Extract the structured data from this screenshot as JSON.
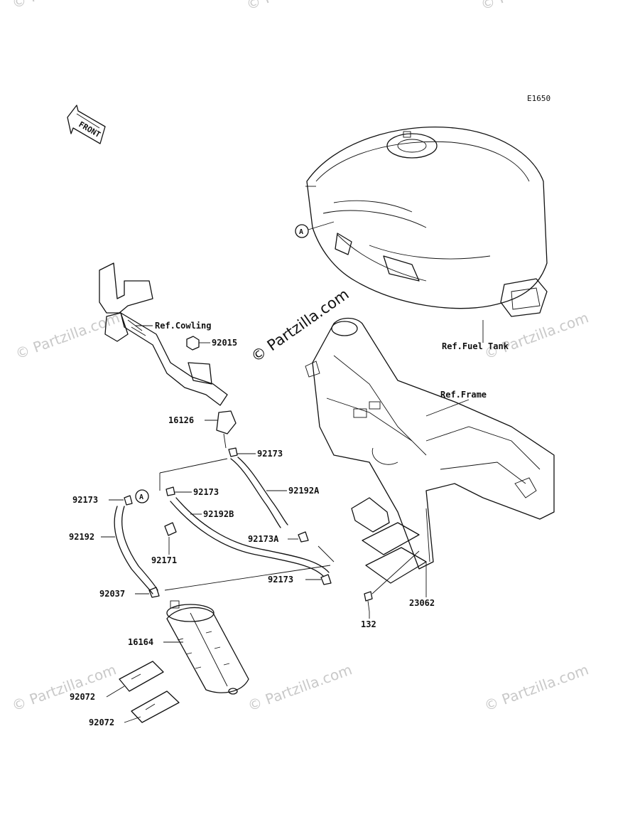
{
  "diagram_code": "E1650",
  "orientation_label": "FRONT",
  "watermark": {
    "main": "© Partzilla.com",
    "repeat": "© Partzilla.com"
  },
  "references": {
    "cowling": "Ref.Cowling",
    "fuel_tank": "Ref.Fuel Tank",
    "frame": "Ref.Frame"
  },
  "callout_markers": {
    "a_tank": "A",
    "a_hose": "A"
  },
  "parts": {
    "p92015": "92015",
    "p16126": "16126",
    "p92173_1": "92173",
    "p92192A": "92192A",
    "p92173_2": "92173",
    "p92173_3": "92173",
    "p92192B": "92192B",
    "p92192": "92192",
    "p92173A": "92173A",
    "p92171": "92171",
    "p92173_4": "92173",
    "p92037": "92037",
    "p23062": "23062",
    "p132": "132",
    "p16164": "16164",
    "p92072_1": "92072",
    "p92072_2": "92072"
  }
}
